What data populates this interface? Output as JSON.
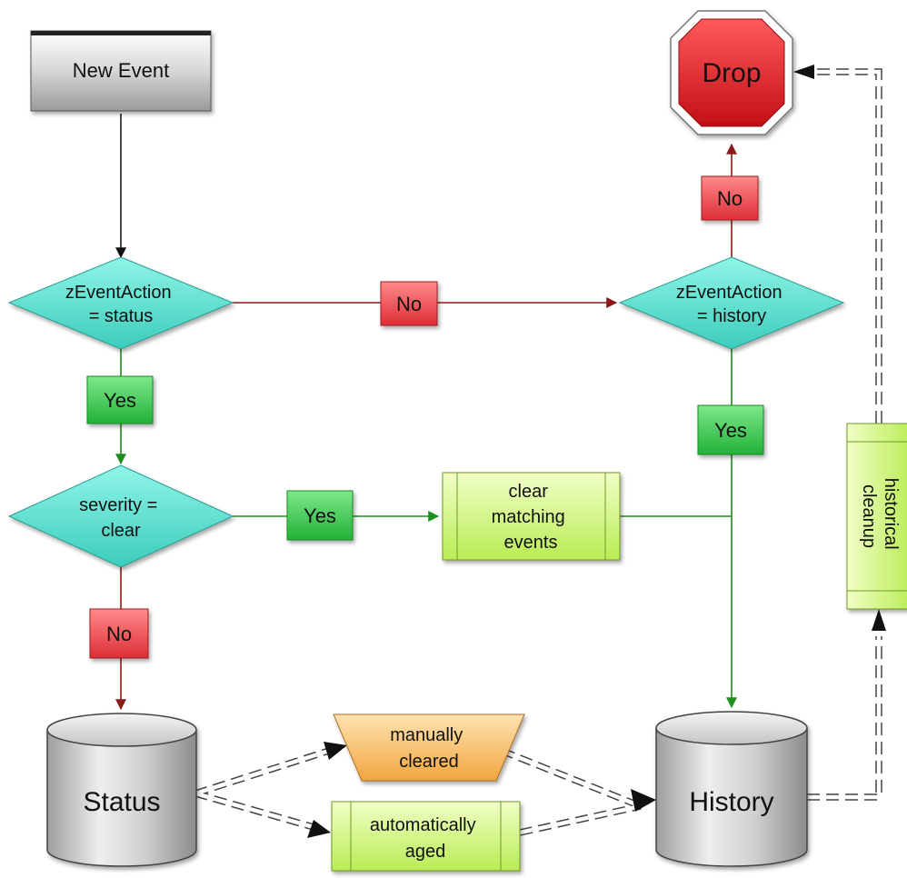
{
  "diagram": {
    "nodes": {
      "new_event": "New Event",
      "drop": "Drop",
      "status_decision": [
        "zEventAction",
        "= status"
      ],
      "history_decision": [
        "zEventAction",
        "= history"
      ],
      "severity_decision": [
        "severity =",
        "clear"
      ],
      "clear_matching": [
        "clear",
        "matching",
        "events"
      ],
      "historical_cleanup": [
        "historical",
        "cleanup"
      ],
      "status_db": "Status",
      "history_db": "History",
      "manually_cleared": [
        "manually",
        "cleared"
      ],
      "automatically_aged": [
        "automatically",
        "aged"
      ]
    },
    "labels": {
      "no_status_to_history": "No",
      "no_history_to_drop": "No",
      "yes_status": "Yes",
      "yes_history": "Yes",
      "yes_severity": "Yes",
      "no_severity": "No"
    },
    "colors": {
      "red": "#8b1a1a",
      "green": "#1e8e1e",
      "decision_fill": "#5fe3d2",
      "process_fill": "#d8f79a",
      "yes_fill": "#37c94b",
      "no_fill": "#e2353d",
      "drop_fill": "#d8181f",
      "manual_fill": "#f6b85e"
    }
  }
}
